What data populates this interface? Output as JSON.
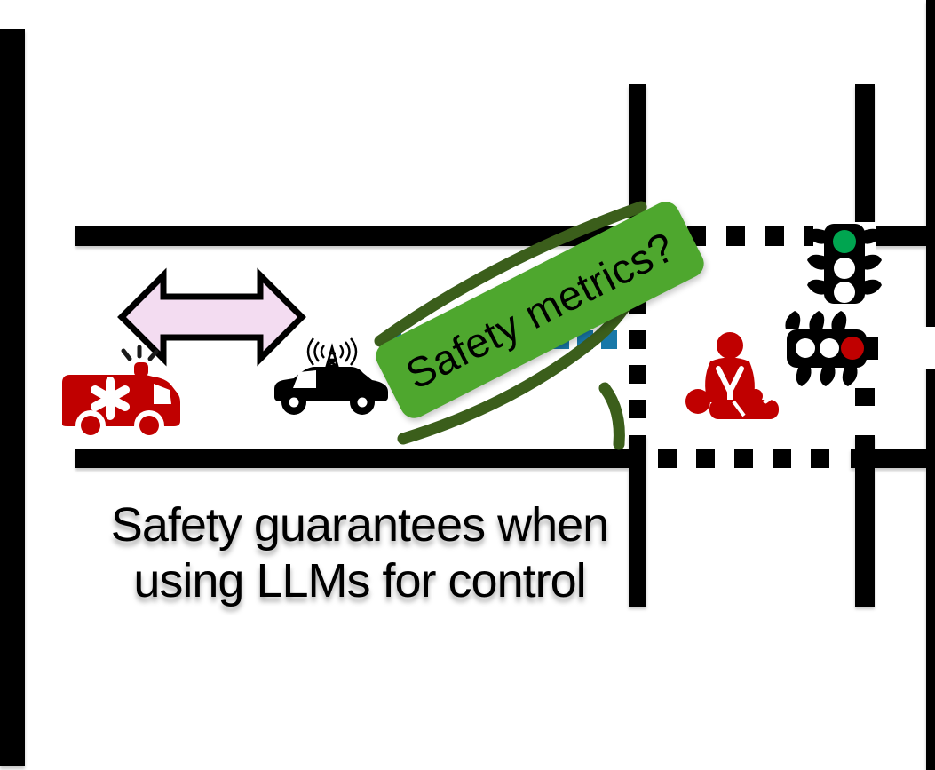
{
  "banner": {
    "label": "Safety metrics?"
  },
  "caption": {
    "line1": "Safety guarantees when",
    "line2": "using LLMs for control"
  },
  "icons": {
    "ambulance": "ambulance-icon",
    "connection_arrow": "double-arrow-icon",
    "connected_car": "car-with-antenna-icon",
    "cpr": "cpr-first-aid-icon",
    "traffic_light_vertical": "traffic-light-green-icon",
    "traffic_light_horizontal": "traffic-light-red-icon"
  },
  "colors": {
    "road_black": "#000000",
    "ambulance_red": "#C00000",
    "cpr_red": "#C00000",
    "red_light": "#C00000",
    "green_light": "#00A550",
    "banner_green": "#4EA72E",
    "swoosh_dark_green": "#3B5E1B",
    "plan_blue": "#1878A8",
    "arrow_pink": "#F3DCF1",
    "text_black": "#000000"
  }
}
